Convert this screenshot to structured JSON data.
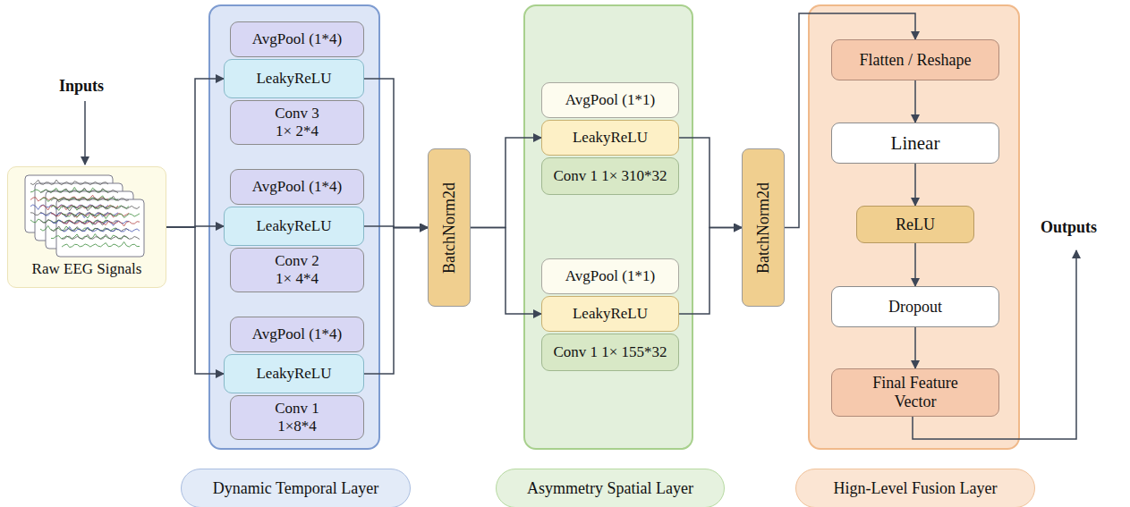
{
  "diagram": {
    "nodes": [
      {
        "text": [
          "Raw EEG Signals"
        ]
      },
      {
        "text": [
          "Dynamic Temporal Layer"
        ]
      },
      {
        "text": [
          "AvgPool (1*4)"
        ],
        "in": 1
      },
      {
        "text": [
          "LeakyReLU"
        ],
        "in": 1
      },
      {
        "text": [
          "Conv 3 1× 2*4"
        ],
        "in": 1
      },
      {
        "text": [
          "AvgPool (1*4)"
        ],
        "in": 1
      },
      {
        "text": [
          "LeakyReLU"
        ],
        "in": 1
      },
      {
        "text": [
          "Conv 2 1× 4*4"
        ],
        "in": 1
      },
      {
        "text": [
          "AvgPool (1*4)"
        ],
        "in": 1
      },
      {
        "text": [
          "LeakyReLU"
        ],
        "in": 1
      },
      {
        "text": [
          "Conv 1 1×8*4"
        ],
        "in": 1
      },
      {
        "text": [
          "BatchNorm2d"
        ]
      },
      {
        "text": [
          "Asymmetry Spatial Layer"
        ]
      },
      {
        "text": [
          "AvgPool (1*1)"
        ],
        "in": 12
      },
      {
        "text": [
          "LeakyReLU"
        ],
        "in": 12
      },
      {
        "text": [
          "Conv 1 1× 310*32"
        ],
        "in": 12
      },
      {
        "text": [
          "AvgPool (1*1)"
        ],
        "in": 12
      },
      {
        "text": [
          "LeakyReLU"
        ],
        "in": 12
      },
      {
        "text": [
          "Conv 1 1× 155*32"
        ],
        "in": 12
      },
      {
        "text": [
          "BatchNorm2d"
        ]
      },
      {
        "text": [
          "Hign-Level Fusion Layer"
        ]
      },
      {
        "text": [
          "Flatten / Reshape"
        ],
        "in": 20
      },
      {
        "text": [
          "Linear"
        ],
        "in": 20
      },
      {
        "text": [
          "ReLU"
        ],
        "in": 20
      },
      {
        "text": [
          "Dropout"
        ],
        "in": 20
      },
      {
        "text": [
          "Final Feature Vector"
        ],
        "in": 20
      }
    ],
    "edges": [
      {
        "from": 0,
        "to": 3,
        "arrow": "to"
      },
      {
        "from": 0,
        "to": 6,
        "arrow": "to"
      },
      {
        "from": 0,
        "to": 9,
        "arrow": "to"
      },
      {
        "from": 3,
        "to": 11,
        "arrow": "to"
      },
      {
        "from": 6,
        "to": 11,
        "arrow": "to"
      },
      {
        "from": 9,
        "to": 11,
        "arrow": "to"
      },
      {
        "from": 11,
        "to": 14,
        "arrow": "to"
      },
      {
        "from": 11,
        "to": 17,
        "arrow": "to"
      },
      {
        "from": 14,
        "to": 19,
        "arrow": "to"
      },
      {
        "from": 17,
        "to": 19,
        "arrow": "to"
      },
      {
        "from": 19,
        "to": 21,
        "arrow": "to"
      },
      {
        "from": 21,
        "to": 22,
        "arrow": "to"
      },
      {
        "from": 22,
        "to": 23,
        "arrow": "to"
      },
      {
        "from": 23,
        "to": 24,
        "arrow": "to"
      },
      {
        "from": 24,
        "to": 25,
        "arrow": "to"
      }
    ],
    "labels": [
      "Inputs",
      "Outputs"
    ]
  }
}
